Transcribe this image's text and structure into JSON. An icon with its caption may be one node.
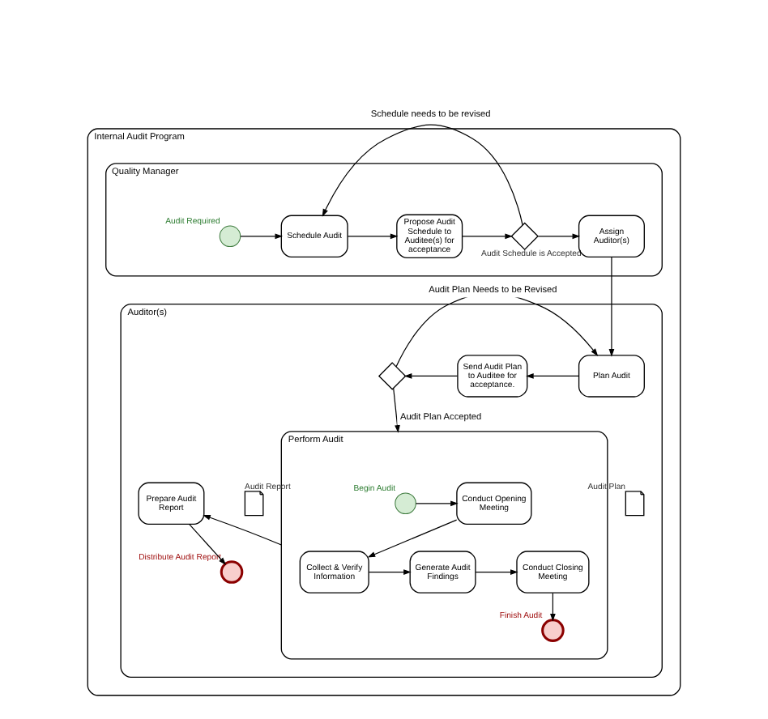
{
  "diagram": {
    "nodes": [
      {
        "text": [
          "Internal Audit Program"
        ]
      },
      {
        "text": [
          "Quality Manager"
        ],
        "in": 0
      },
      {
        "text": [
          "Auditor(s)"
        ],
        "in": 0
      },
      {
        "text": [],
        "shape": "circle",
        "beside": [
          "Audit Required"
        ],
        "in": 1
      },
      {
        "text": [
          "Schedule Audit"
        ],
        "in": 1
      },
      {
        "text": [
          "Propose Audit Schedule to Auditee(s) for acceptance"
        ],
        "in": 1
      },
      {
        "text": [],
        "shape": "diamond",
        "beside": [
          "Audit Schedule is Accepted"
        ],
        "in": 1
      },
      {
        "text": [
          "Assign Auditor(s)"
        ],
        "in": 1
      },
      {
        "text": [
          "Plan Audit"
        ],
        "in": 2
      },
      {
        "text": [],
        "shape": "document",
        "beside": [
          "Audit Plan"
        ],
        "in": 2
      },
      {
        "text": [
          "Send Audit Plan to Auditee for acceptance."
        ],
        "in": 2
      },
      {
        "text": [],
        "shape": "diamond",
        "in": 2
      },
      {
        "text": [
          "Perform Audit"
        ],
        "in": 2
      },
      {
        "text": [],
        "shape": "circle",
        "beside": [
          "Begin Audit"
        ],
        "in": 12
      },
      {
        "text": [
          "Conduct Opening Meeting"
        ],
        "in": 12
      },
      {
        "text": [
          "Collect & Verify Information"
        ],
        "in": 12
      },
      {
        "text": [
          "Generate Audit Findings"
        ],
        "in": 12
      },
      {
        "text": [
          "Conduct Closing Meeting"
        ],
        "in": 12
      },
      {
        "text": [],
        "shape": "circle",
        "beside": [
          "Finish Audit"
        ],
        "in": 12
      },
      {
        "text": [
          "Prepare Audit Report"
        ],
        "in": 2
      },
      {
        "text": [],
        "shape": "document",
        "beside": [
          "Audit Report"
        ],
        "in": 2
      },
      {
        "text": [],
        "shape": "circle",
        "beside": [
          "Distribute Audit Report"
        ],
        "in": 2
      }
    ],
    "edges": [
      {
        "from": 3,
        "to": 4,
        "arrow": "to"
      },
      {
        "from": 4,
        "to": 5,
        "arrow": "to"
      },
      {
        "from": 5,
        "to": 6,
        "arrow": "to"
      },
      {
        "from": 6,
        "to": 4,
        "arrow": "to",
        "label": "Schedule needs to be revised"
      },
      {
        "from": 6,
        "to": 7,
        "arrow": "to"
      },
      {
        "from": 7,
        "to": 8,
        "arrow": "to"
      },
      {
        "from": 8,
        "to": 10,
        "arrow": "to"
      },
      {
        "from": 10,
        "to": 11,
        "arrow": "to"
      },
      {
        "from": 11,
        "to": 8,
        "arrow": "to",
        "label": "Audit Plan Needs to be Revised"
      },
      {
        "from": 11,
        "to": 12,
        "arrow": "to",
        "label": "Audit Plan Accepted"
      },
      {
        "from": 13,
        "to": 14,
        "arrow": "to"
      },
      {
        "from": 14,
        "to": 15,
        "arrow": "to"
      },
      {
        "from": 15,
        "to": 16,
        "arrow": "to"
      },
      {
        "from": 16,
        "to": 17,
        "arrow": "to"
      },
      {
        "from": 17,
        "to": 18,
        "arrow": "to"
      },
      {
        "from": 12,
        "to": 19,
        "arrow": "to"
      },
      {
        "from": 19,
        "to": 21,
        "arrow": "to"
      }
    ]
  }
}
